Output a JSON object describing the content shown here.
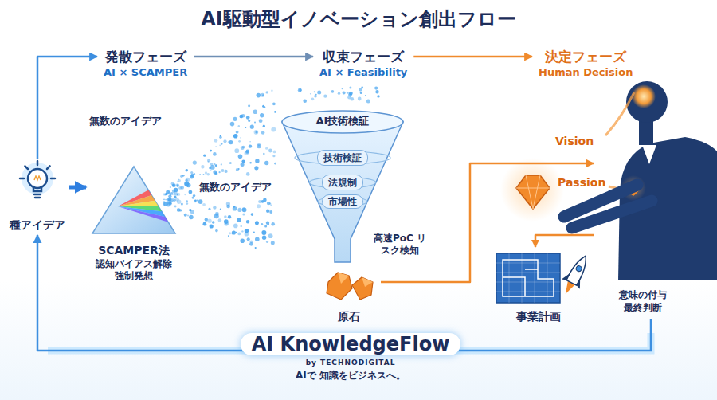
{
  "diagram": {
    "title": "AI駆動型イノベーション創出フロー",
    "nodes": [
      {
        "text": [
          "発散フェーズ",
          "AI × SCAMPER"
        ]
      },
      {
        "text": [
          "収束フェーズ",
          "AI × Feasibility"
        ]
      },
      {
        "text": [
          "決定フェーズ",
          "Human Decision"
        ]
      },
      {
        "text": [
          "種アイデア"
        ]
      },
      {
        "text": [
          "SCAMPER法",
          "認知バイアス解除 強制発想"
        ]
      },
      {
        "text": [
          "AI技術検証"
        ]
      },
      {
        "text": [
          "技術検証"
        ],
        "in": 5
      },
      {
        "text": [
          "法規制"
        ],
        "in": 5
      },
      {
        "text": [
          "市場性"
        ],
        "in": 5
      },
      {
        "text": [
          "原石"
        ]
      },
      {
        "text": [
          "事業計画"
        ]
      },
      {
        "text": [
          "意味の付与 最終判断"
        ]
      },
      {
        "text": [
          "AI KnowledgeFlow",
          "by TECHNODIGITAL",
          "AIで 知識をビジネスへ。"
        ]
      }
    ],
    "edges": [
      {
        "from": 0,
        "to": 1,
        "arrow": "to"
      },
      {
        "from": 1,
        "to": 2,
        "arrow": "to"
      },
      {
        "from": 3,
        "to": 0,
        "arrow": "to"
      },
      {
        "from": 3,
        "to": 4,
        "arrow": "to"
      },
      {
        "from": 9,
        "to": 11,
        "arrow": "to"
      },
      {
        "from": 11,
        "to": 10,
        "arrow": "to"
      },
      {
        "from": 11,
        "to": 12,
        "arrow": "none"
      },
      {
        "from": 12,
        "to": 3,
        "arrow": "to"
      }
    ],
    "labels": [
      "無数のアイデア",
      "無数のアイデア",
      "高速PoC リスク検知",
      "Vision",
      "Passion"
    ]
  }
}
